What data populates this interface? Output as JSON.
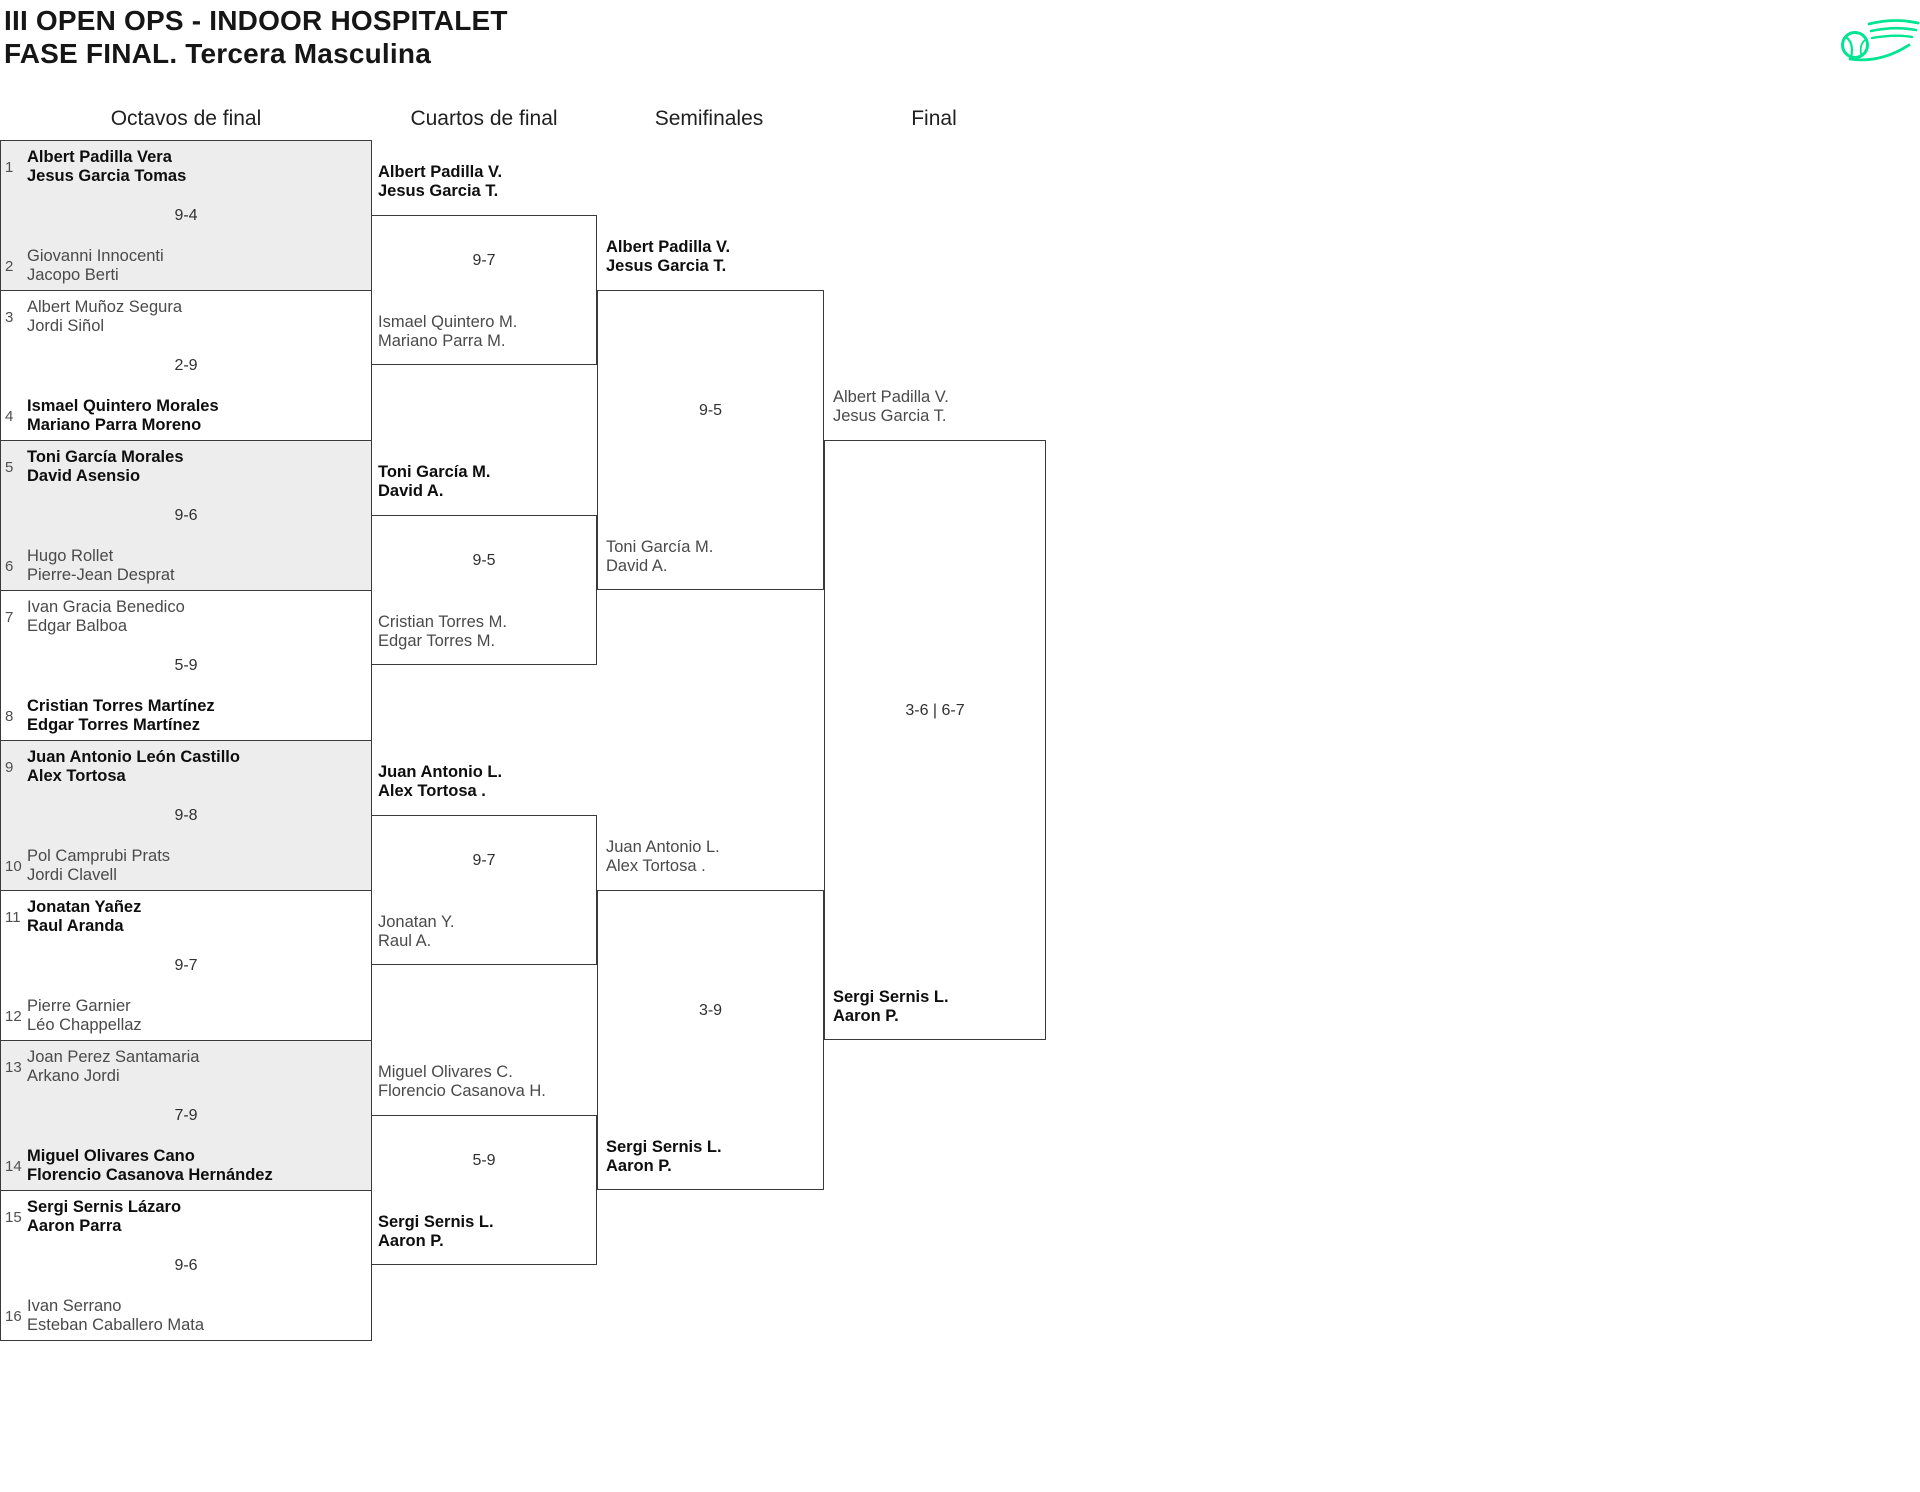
{
  "title": {
    "line1": "III OPEN OPS - INDOOR HOSPITALET",
    "line2": "FASE FINAL. Tercera Masculina"
  },
  "logo": {
    "icon": "tennis-ball-swoosh-icon",
    "color": "#00E591"
  },
  "round_headers": [
    "Octavos de final",
    "Cuartos de final",
    "Semifinales",
    "Final"
  ],
  "rounds": {
    "octavos": {
      "matches": [
        {
          "score": "9-4",
          "top": {
            "seed": "1",
            "p1": "Albert Padilla Vera",
            "p2": "Jesus Garcia Tomas",
            "winner": true
          },
          "bottom": {
            "seed": "2",
            "p1": "Giovanni Innocenti",
            "p2": "Jacopo Berti",
            "winner": false
          }
        },
        {
          "score": "2-9",
          "top": {
            "seed": "3",
            "p1": "Albert Muñoz Segura",
            "p2": "Jordi Siñol",
            "winner": false
          },
          "bottom": {
            "seed": "4",
            "p1": "Ismael Quintero Morales",
            "p2": "Mariano Parra Moreno",
            "winner": true
          }
        },
        {
          "score": "9-6",
          "top": {
            "seed": "5",
            "p1": "Toni García Morales",
            "p2": "David Asensio",
            "winner": true
          },
          "bottom": {
            "seed": "6",
            "p1": "Hugo Rollet",
            "p2": "Pierre-Jean Desprat",
            "winner": false
          }
        },
        {
          "score": "5-9",
          "top": {
            "seed": "7",
            "p1": "Ivan Gracia Benedico",
            "p2": "Edgar Balboa",
            "winner": false
          },
          "bottom": {
            "seed": "8",
            "p1": "Cristian Torres Martínez",
            "p2": "Edgar Torres Martínez",
            "winner": true
          }
        },
        {
          "score": "9-8",
          "top": {
            "seed": "9",
            "p1": "Juan Antonio León Castillo",
            "p2": "Alex Tortosa",
            "winner": true
          },
          "bottom": {
            "seed": "10",
            "p1": "Pol Camprubi Prats",
            "p2": "Jordi Clavell",
            "winner": false
          }
        },
        {
          "score": "9-7",
          "top": {
            "seed": "11",
            "p1": "Jonatan Yañez",
            "p2": "Raul Aranda",
            "winner": true
          },
          "bottom": {
            "seed": "12",
            "p1": "Pierre Garnier",
            "p2": "Léo Chappellaz",
            "winner": false
          }
        },
        {
          "score": "7-9",
          "top": {
            "seed": "13",
            "p1": "Joan Perez Santamaria",
            "p2": "Arkano Jordi",
            "winner": false
          },
          "bottom": {
            "seed": "14",
            "p1": "Miguel Olivares Cano",
            "p2": "Florencio Casanova Hernández",
            "winner": true
          }
        },
        {
          "score": "9-6",
          "top": {
            "seed": "15",
            "p1": "Sergi Sernis Lázaro",
            "p2": "Aaron Parra",
            "winner": true
          },
          "bottom": {
            "seed": "16",
            "p1": "Ivan Serrano",
            "p2": "Esteban Caballero Mata",
            "winner": false
          }
        }
      ]
    },
    "cuartos": {
      "matches": [
        {
          "score": "9-7",
          "top": {
            "p1": "Albert Padilla V.",
            "p2": "Jesus Garcia T.",
            "winner": true
          },
          "bottom": {
            "p1": "Ismael Quintero M.",
            "p2": "Mariano Parra M.",
            "winner": false
          }
        },
        {
          "score": "9-5",
          "top": {
            "p1": "Toni García M.",
            "p2": "David A.",
            "winner": true
          },
          "bottom": {
            "p1": "Cristian Torres M.",
            "p2": "Edgar Torres M.",
            "winner": false
          }
        },
        {
          "score": "9-7",
          "top": {
            "p1": "Juan Antonio L.",
            "p2": "Alex Tortosa .",
            "winner": true
          },
          "bottom": {
            "p1": "Jonatan Y.",
            "p2": "Raul A.",
            "winner": false
          }
        },
        {
          "score": "5-9",
          "top": {
            "p1": "Miguel Olivares C.",
            "p2": "Florencio Casanova H.",
            "winner": false
          },
          "bottom": {
            "p1": "Sergi Sernis L.",
            "p2": "Aaron P.",
            "winner": true
          }
        }
      ]
    },
    "semifinales": {
      "matches": [
        {
          "score": "9-5",
          "top": {
            "p1": "Albert Padilla V.",
            "p2": "Jesus Garcia T.",
            "winner": true
          },
          "bottom": {
            "p1": "Toni García M.",
            "p2": "David A.",
            "winner": false
          }
        },
        {
          "score": "3-9",
          "top": {
            "p1": "Juan Antonio L.",
            "p2": "Alex Tortosa .",
            "winner": false
          },
          "bottom": {
            "p1": "Sergi Sernis L.",
            "p2": "Aaron P.",
            "winner": true
          }
        }
      ]
    },
    "final": {
      "matches": [
        {
          "score": "3-6 | 6-7",
          "top": {
            "p1": "Albert Padilla V.",
            "p2": "Jesus Garcia T.",
            "winner": false
          },
          "bottom": {
            "p1": "Sergi Sernis L.",
            "p2": "Aaron P.",
            "winner": true
          }
        }
      ]
    }
  }
}
